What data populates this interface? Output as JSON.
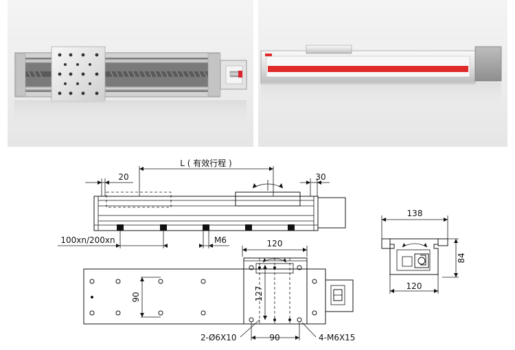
{
  "photos": {
    "left": {
      "accent_color": "#d9232d"
    },
    "right": {
      "accent_color": "#e02a2a"
    }
  },
  "drawing": {
    "side_view": {
      "stroke_label": "L ( 有效行程 )",
      "dim_left": "20",
      "dim_right": "30",
      "hole_pitch": "100xn/200xn",
      "slot": "M6"
    },
    "top_view": {
      "carriage_width": "120",
      "carriage_length": "127",
      "base_hole_spacing": "90",
      "bottom_spacing": "90",
      "pin_holes": "2-Ø6X10",
      "tapped_holes": "4-M6X15"
    },
    "end_view": {
      "top_width": "138",
      "height": "84",
      "bottom_width": "120"
    }
  }
}
